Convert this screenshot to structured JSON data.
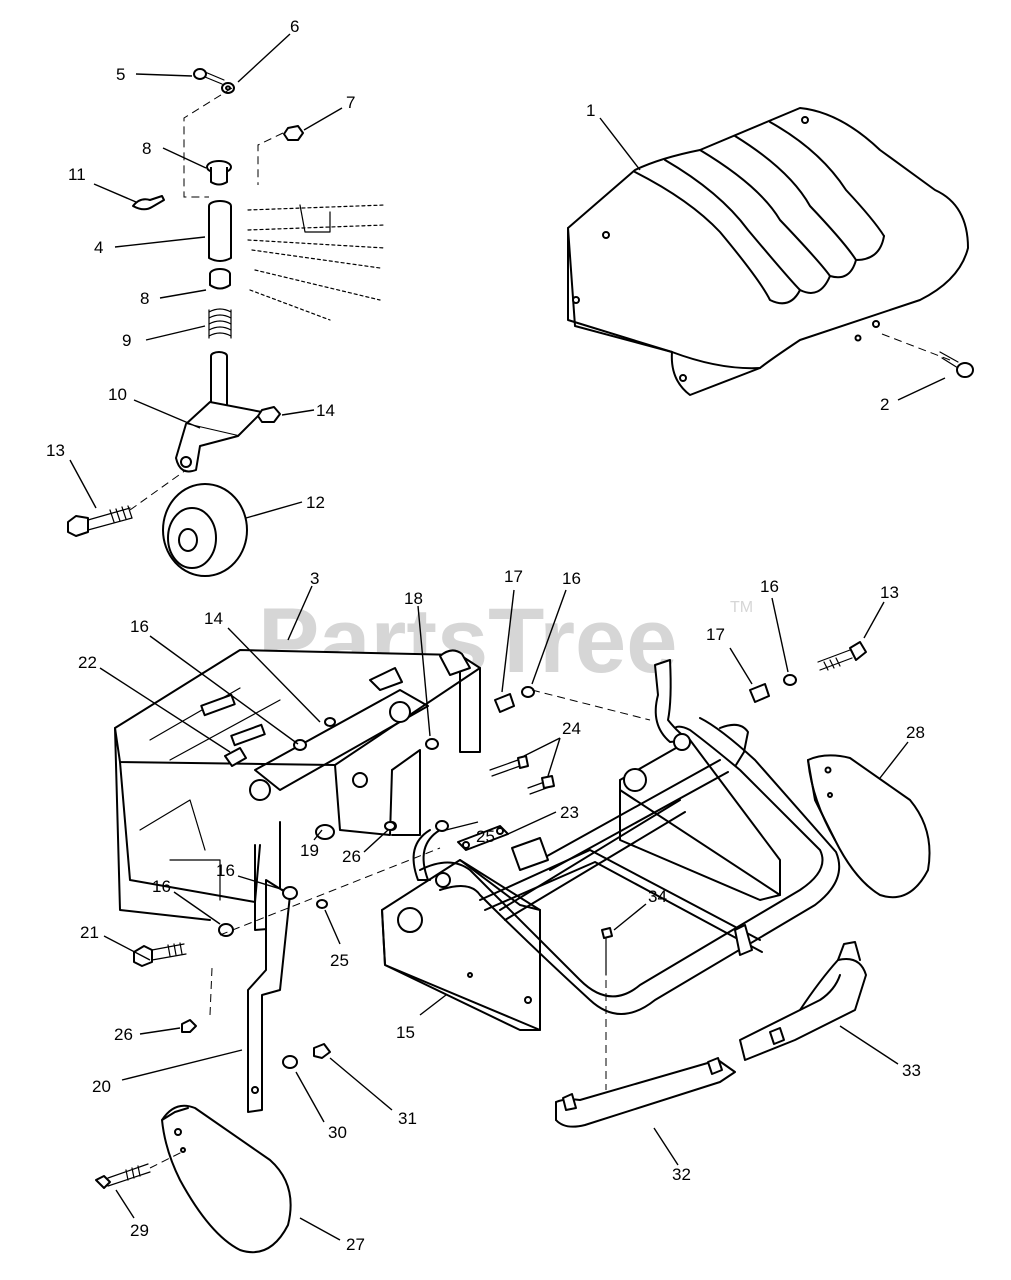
{
  "watermark": {
    "text": "PartsTree",
    "trademark": "TM"
  },
  "callouts": [
    {
      "id": "c1",
      "label": "1"
    },
    {
      "id": "c2",
      "label": "2"
    },
    {
      "id": "c3",
      "label": "3"
    },
    {
      "id": "c4",
      "label": "4"
    },
    {
      "id": "c5",
      "label": "5"
    },
    {
      "id": "c6",
      "label": "6"
    },
    {
      "id": "c7",
      "label": "7"
    },
    {
      "id": "c8a",
      "label": "8"
    },
    {
      "id": "c8b",
      "label": "8"
    },
    {
      "id": "c9",
      "label": "9"
    },
    {
      "id": "c10",
      "label": "10"
    },
    {
      "id": "c11",
      "label": "11"
    },
    {
      "id": "c12",
      "label": "12"
    },
    {
      "id": "c13a",
      "label": "13"
    },
    {
      "id": "c13b",
      "label": "13"
    },
    {
      "id": "c14a",
      "label": "14"
    },
    {
      "id": "c14b",
      "label": "14"
    },
    {
      "id": "c15",
      "label": "15"
    },
    {
      "id": "c16a",
      "label": "16"
    },
    {
      "id": "c16b",
      "label": "16"
    },
    {
      "id": "c16c",
      "label": "16"
    },
    {
      "id": "c16d",
      "label": "16"
    },
    {
      "id": "c16e",
      "label": "16"
    },
    {
      "id": "c17a",
      "label": "17"
    },
    {
      "id": "c17b",
      "label": "17"
    },
    {
      "id": "c18",
      "label": "18"
    },
    {
      "id": "c19",
      "label": "19"
    },
    {
      "id": "c20",
      "label": "20"
    },
    {
      "id": "c21",
      "label": "21"
    },
    {
      "id": "c22",
      "label": "22"
    },
    {
      "id": "c23",
      "label": "23"
    },
    {
      "id": "c24",
      "label": "24"
    },
    {
      "id": "c25a",
      "label": "25"
    },
    {
      "id": "c25b",
      "label": "25"
    },
    {
      "id": "c26a",
      "label": "26"
    },
    {
      "id": "c26b",
      "label": "26"
    },
    {
      "id": "c27",
      "label": "27"
    },
    {
      "id": "c28",
      "label": "28"
    },
    {
      "id": "c29",
      "label": "29"
    },
    {
      "id": "c30",
      "label": "30"
    },
    {
      "id": "c31",
      "label": "31"
    },
    {
      "id": "c32",
      "label": "32"
    },
    {
      "id": "c33",
      "label": "33"
    },
    {
      "id": "c34",
      "label": "34"
    }
  ]
}
